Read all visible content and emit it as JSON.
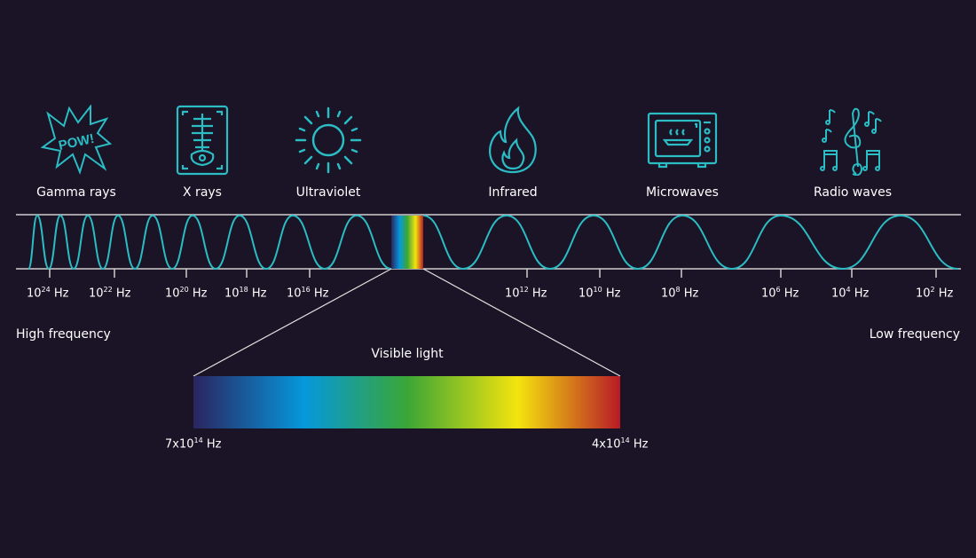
{
  "bands": [
    {
      "label": "Gamma rays",
      "icon": "explosion-pow-icon",
      "icon_text": "POW!"
    },
    {
      "label": "X rays",
      "icon": "xray-ribcage-icon"
    },
    {
      "label": "Ultraviolet",
      "icon": "sun-icon"
    },
    {
      "label": "Infrared",
      "icon": "flame-icon"
    },
    {
      "label": "Microwaves",
      "icon": "microwave-oven-icon"
    },
    {
      "label": "Radio waves",
      "icon": "music-notes-icon"
    }
  ],
  "frequency_ticks": [
    {
      "base": "10",
      "exp": "24",
      "unit": "Hz"
    },
    {
      "base": "10",
      "exp": "22",
      "unit": "Hz"
    },
    {
      "base": "10",
      "exp": "20",
      "unit": "Hz"
    },
    {
      "base": "10",
      "exp": "18",
      "unit": "Hz"
    },
    {
      "base": "10",
      "exp": "16",
      "unit": "Hz"
    },
    {
      "base": "10",
      "exp": "12",
      "unit": "Hz"
    },
    {
      "base": "10",
      "exp": "10",
      "unit": "Hz"
    },
    {
      "base": "10",
      "exp": "8",
      "unit": "Hz"
    },
    {
      "base": "10",
      "exp": "6",
      "unit": "Hz"
    },
    {
      "base": "10",
      "exp": "4",
      "unit": "Hz"
    },
    {
      "base": "10",
      "exp": "2",
      "unit": "Hz"
    }
  ],
  "high_label": "High frequency",
  "low_label": "Low frequency",
  "visible": {
    "title": "Visible light",
    "left": {
      "base": "7x10",
      "exp": "14",
      "unit": "Hz"
    },
    "right": {
      "base": "4x10",
      "exp": "14",
      "unit": "Hz"
    }
  },
  "colors": {
    "background": "#1a1426",
    "wave": "#2bbcc4",
    "line": "#cfcfcf",
    "spectrum": [
      "#2a2560",
      "#0598dc",
      "#3aa636",
      "#f4e40e",
      "#b81a26"
    ]
  }
}
